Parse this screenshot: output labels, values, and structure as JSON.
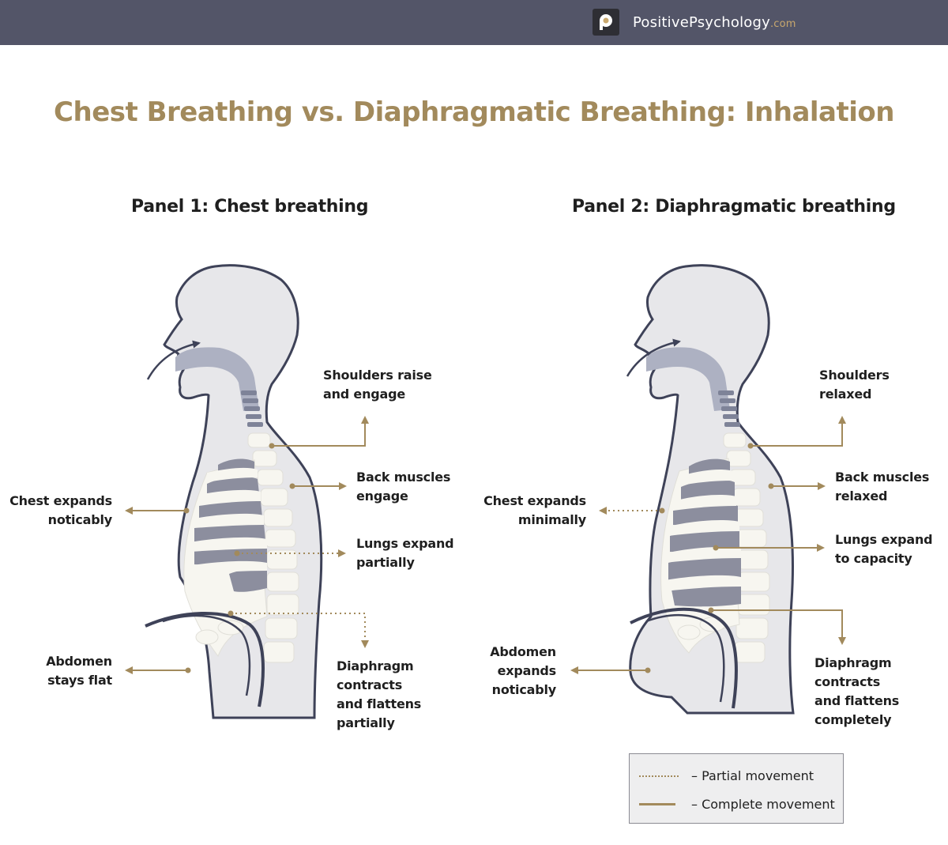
{
  "header": {
    "brand_main": "PositivePsychology",
    "brand_suffix": ".com"
  },
  "title": "Chest Breathing vs. Diaphragmatic Breathing: Inhalation",
  "panel1": {
    "title": "Panel 1: Chest breathing",
    "labels": {
      "shoulders": [
        "Shoulders raise",
        "and engage"
      ],
      "back": [
        "Back muscles",
        "engage"
      ],
      "chest": [
        "Chest expands",
        "noticably"
      ],
      "lungs": [
        "Lungs expand",
        "partially"
      ],
      "abdomen": [
        "Abdomen",
        "stays flat"
      ],
      "diaphragm": [
        "Diaphragm",
        "contracts",
        "and flattens",
        "partially"
      ]
    }
  },
  "panel2": {
    "title": "Panel 2: Diaphragmatic breathing",
    "labels": {
      "shoulders": [
        "Shoulders",
        "relaxed"
      ],
      "back": [
        "Back muscles",
        "relaxed"
      ],
      "chest": [
        "Chest expands",
        "minimally"
      ],
      "lungs": [
        "Lungs expand",
        "to capacity"
      ],
      "abdomen": [
        "Abdomen",
        "expands",
        "noticably"
      ],
      "diaphragm": [
        "Diaphragm",
        "contracts",
        "and flattens",
        "completely"
      ]
    }
  },
  "legend": {
    "partial": "– Partial movement",
    "complete": "– Complete movement"
  },
  "colors": {
    "header_bg": "#535568",
    "title": "#a28a5c",
    "arrow": "#a28a5c",
    "body_fill": "#e7e7ea",
    "outline": "#3e4258",
    "lung": "#8c8e9e",
    "airway": "#adb1c2"
  }
}
